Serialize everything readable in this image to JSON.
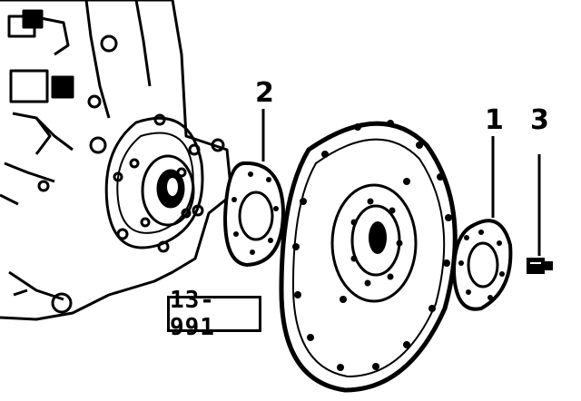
{
  "callouts": {
    "part_1": "1",
    "part_2": "2",
    "part_3": "3"
  },
  "reference_code": "13-991",
  "colors": {
    "ink": "#000000",
    "paper": "#ffffff"
  }
}
